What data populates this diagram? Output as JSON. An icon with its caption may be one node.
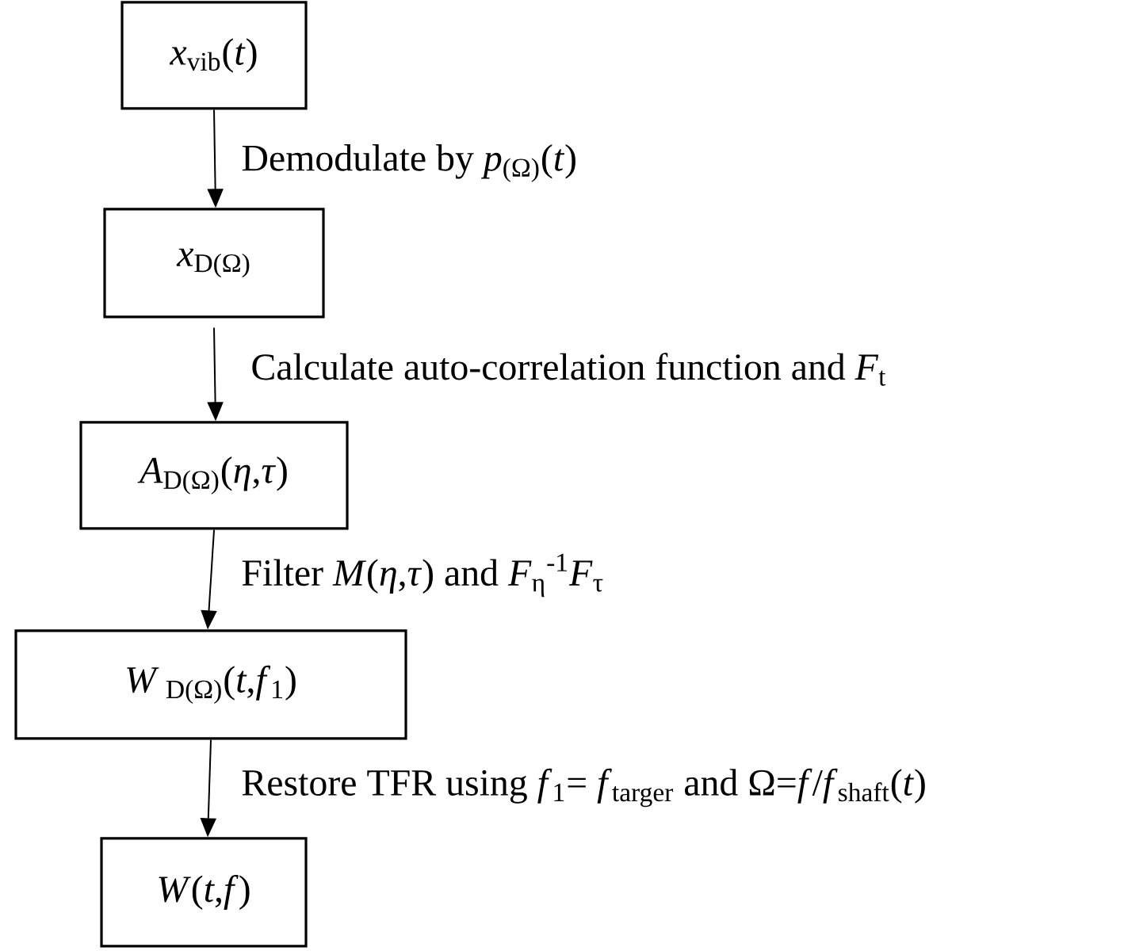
{
  "diagram": {
    "nodes": [
      {
        "text": [
          "*x*$_{vib}$(*t*)"
        ]
      },
      {
        "text": [
          "*x*$_{D(Ω)}$"
        ]
      },
      {
        "text": [
          "*A*$_{D(Ω)}$(*η*,*τ*)"
        ]
      },
      {
        "text": [
          "*W*$_{ D(Ω)}$(*t*,*f*$_{1}$)"
        ]
      },
      {
        "text": [
          "*W*(*t*,*f*)"
        ]
      }
    ],
    "edges": [
      {
        "from": 0,
        "to": 1,
        "arrow": "to",
        "label": "Demodulate by *p*$_{(Ω)}$(*t*)"
      },
      {
        "from": 1,
        "to": 2,
        "arrow": "to",
        "label": "Calculate auto-correlation function and *F*$_{t}$"
      },
      {
        "from": 2,
        "to": 3,
        "arrow": "to",
        "label": "Filter *M*(*η*,*τ*) and *F*$_{η}$$^{-1}$*F*$_{τ}$"
      },
      {
        "from": 3,
        "to": 4,
        "arrow": "to",
        "label": "Restore TFR using *f*$_{1}$= *f*$_{targer}$ and Ω=*f*/*f*$_{shaft}$(*t*)"
      }
    ]
  }
}
